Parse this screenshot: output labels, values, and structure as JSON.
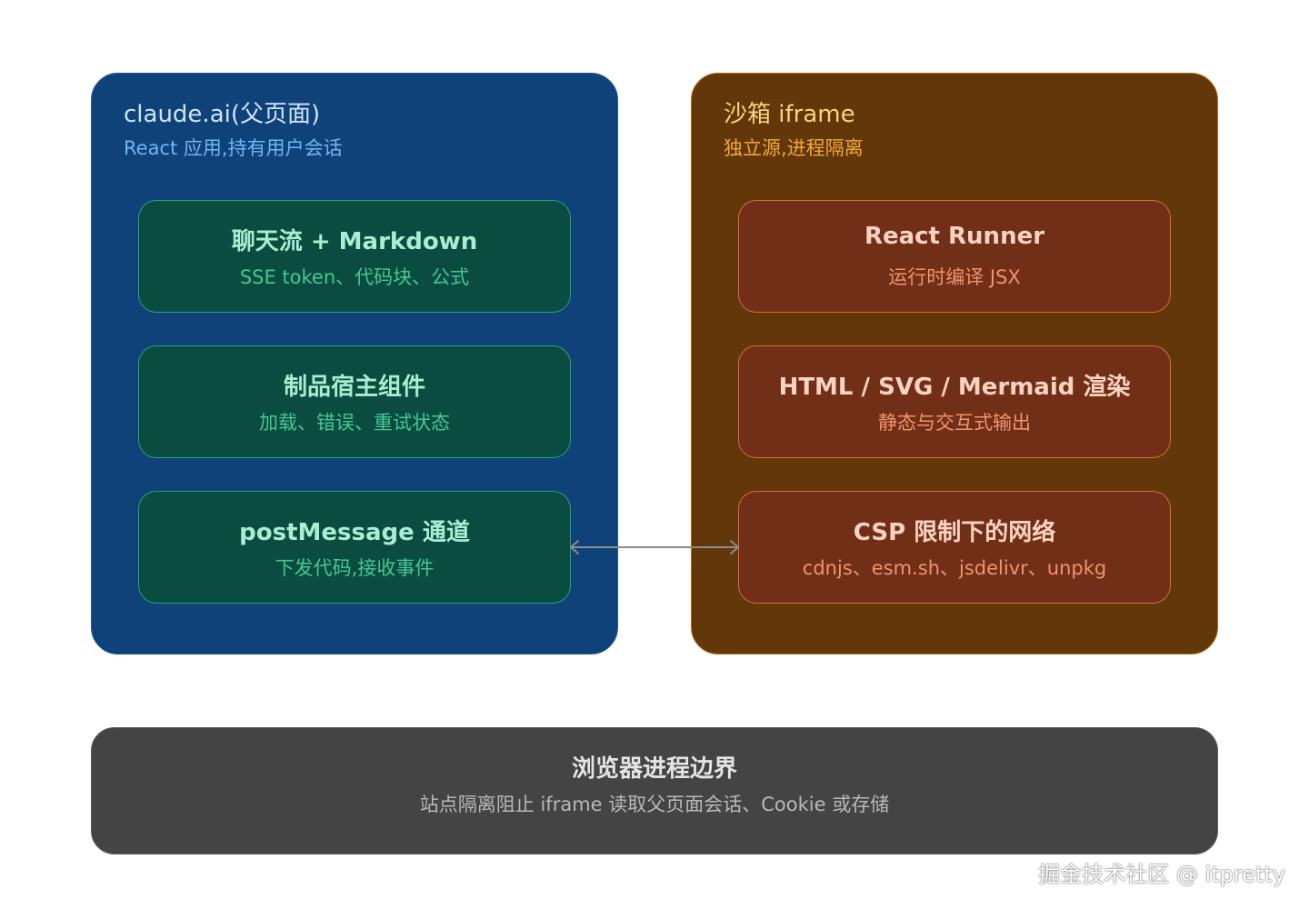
{
  "colors": {
    "parent_panel": "#0f4279",
    "sandbox_panel": "#623709",
    "green_box": "#0a4c3f",
    "red_box": "#712f17",
    "browser_boundary": "#444444",
    "connector": "#8c8c8c"
  },
  "parent": {
    "title": "claude.ai(父页面)",
    "subtitle": "React 应用,持有用户会话",
    "boxes": [
      {
        "title": "聊天流 + Markdown",
        "subtitle": "SSE token、代码块、公式"
      },
      {
        "title": "制品宿主组件",
        "subtitle": "加载、错误、重试状态"
      },
      {
        "title": "postMessage 通道",
        "subtitle": "下发代码,接收事件"
      }
    ]
  },
  "sandbox": {
    "title": "沙箱 iframe",
    "subtitle": "独立源,进程隔离",
    "boxes": [
      {
        "title": "React Runner",
        "subtitle": "运行时编译 JSX"
      },
      {
        "title": "HTML / SVG / Mermaid 渲染",
        "subtitle": "静态与交互式输出"
      },
      {
        "title": "CSP 限制下的网络",
        "subtitle": "cdnjs、esm.sh、jsdelivr、unpkg"
      }
    ]
  },
  "browser": {
    "title": "浏览器进程边界",
    "subtitle": "站点隔离阻止 iframe 读取父页面会话、Cookie 或存储"
  },
  "watermark": "掘金技术社区 @ itpretty"
}
